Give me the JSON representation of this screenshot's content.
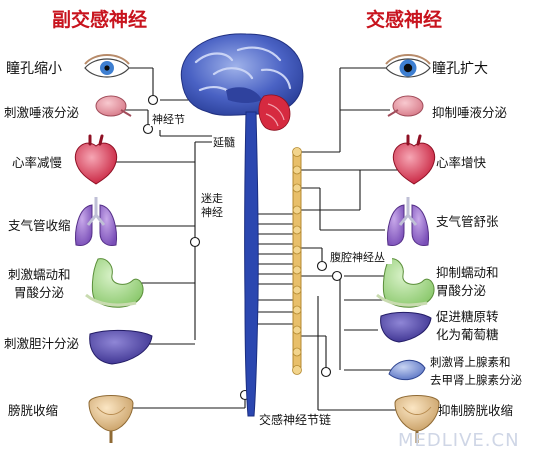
{
  "titles": {
    "parasympathetic": "副交感神经",
    "sympathetic": "交感神经"
  },
  "left_labels": {
    "pupil": "瞳孔缩小",
    "saliva": "刺激唾液分泌",
    "heart": "心率减慢",
    "bronchi": "支气管收缩",
    "stomach_1": "刺激蠕动和",
    "stomach_2": "胃酸分泌",
    "bile": "刺激胆汁分泌",
    "bladder": "膀胱收缩"
  },
  "right_labels": {
    "pupil": "瞳孔扩大",
    "saliva": "抑制唾液分泌",
    "heart": "心率增快",
    "bronchi": "支气管舒张",
    "stomach_1": "抑制蠕动和",
    "stomach_2": "胃酸分泌",
    "glucose_1": "促进糖原转",
    "glucose_2": "化为葡萄糖",
    "adrenal_1": "刺激肾上腺素和",
    "adrenal_2": "去甲肾上腺素分泌",
    "bladder": "抑制膀胱收缩"
  },
  "center_labels": {
    "ganglion": "神经节",
    "medulla": "延髓",
    "vagus_1": "迷走",
    "vagus_2": "神经",
    "celiac": "腹腔神经丛",
    "chain": "交感神经节链"
  },
  "watermark": "MEDLIVE.CN",
  "colors": {
    "title_red": "#c8141e",
    "nerve_line": "#1a1a1a",
    "brain_blue": "#3d55b8",
    "cerebellum_red": "#d62a40",
    "spinal_blue": "#2b47b0",
    "chain_tan": "#e8bf6a"
  }
}
